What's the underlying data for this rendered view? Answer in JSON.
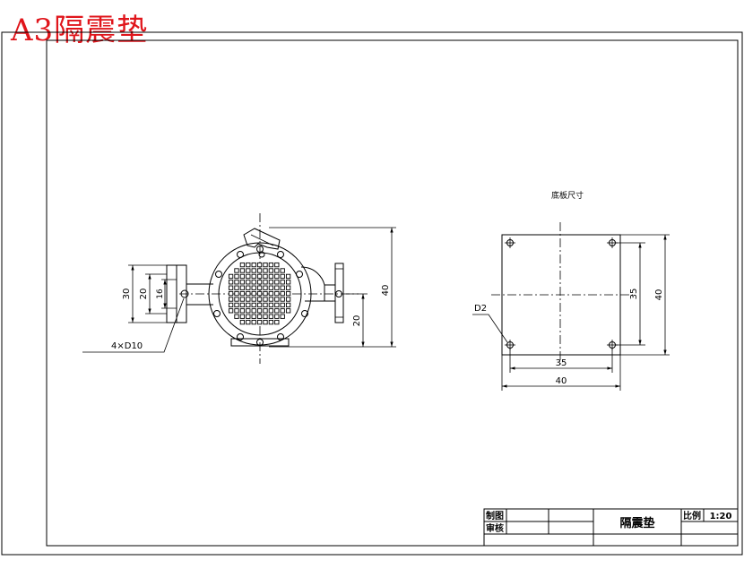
{
  "sheet": {
    "title": "A3隔震垫"
  },
  "front_view": {
    "dims": {
      "overall_height": "40",
      "half_height": "20",
      "outer_width": "30",
      "inner_width": "20",
      "inner_width_small": "16"
    },
    "hole_note": "4×D10"
  },
  "plate_view": {
    "caption": "底板尺寸",
    "hole_label": "D2",
    "dims": {
      "hole_spacing_h": "35",
      "width": "40",
      "hole_spacing_v": "35",
      "height": "40"
    }
  },
  "title_block": {
    "drawn_by_label": "制图",
    "checked_by_label": "审核",
    "part_name": "隔震垫",
    "scale_label": "比例",
    "scale_value": "1:20"
  }
}
